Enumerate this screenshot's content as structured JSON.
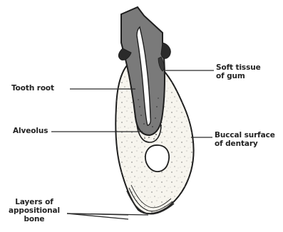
{
  "labels": {
    "tooth_root": "Tooth root",
    "alveolus": "Alveolus",
    "layers_line1": "Layers of",
    "layers_line2": "appositional",
    "layers_line3": "bone",
    "soft_tissue_line1": "Soft tissue",
    "soft_tissue_line2": "of gum",
    "buccal_line1": "Buccal surface",
    "buccal_line2": "of dentary"
  },
  "colors": {
    "tooth": "#7a7a7a",
    "outline": "#1e1e1e",
    "bone_fill": "#f7f5ee",
    "background": "#ffffff"
  }
}
